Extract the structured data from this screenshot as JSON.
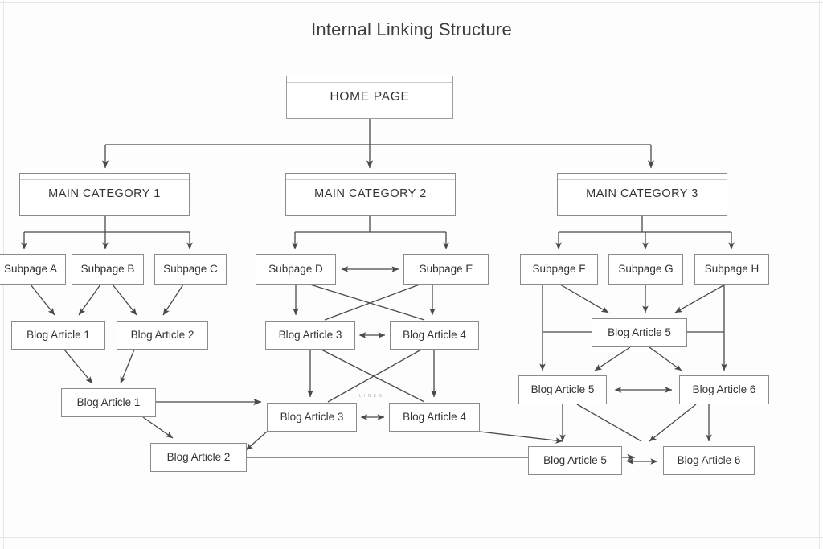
{
  "title": "Internal Linking Structure",
  "micro_label": "L I N K S",
  "colors": {
    "background": "#fdfdfd",
    "node_border": "#888c8f",
    "node_fill": "#ffffff",
    "edge": "#4a4a4a",
    "title_text": "#3d3d3d",
    "node_text": "#333333",
    "frame": "#e6e8ea"
  },
  "diagram": {
    "type": "tree-hierarchy",
    "levels": [
      {
        "name": "root",
        "nodes": [
          {
            "id": "home",
            "label": "HOME PAGE"
          }
        ]
      },
      {
        "name": "main-categories",
        "nodes": [
          {
            "id": "cat1",
            "label": "MAIN CATEGORY 1"
          },
          {
            "id": "cat2",
            "label": "MAIN CATEGORY 2"
          },
          {
            "id": "cat3",
            "label": "MAIN CATEGORY 3"
          }
        ]
      },
      {
        "name": "subpages",
        "nodes": [
          {
            "id": "subA",
            "label": "Subpage A"
          },
          {
            "id": "subB",
            "label": "Subpage B"
          },
          {
            "id": "subC",
            "label": "Subpage C"
          },
          {
            "id": "subD",
            "label": "Subpage D"
          },
          {
            "id": "subE",
            "label": "Subpage E"
          },
          {
            "id": "subF",
            "label": "Subpage F"
          },
          {
            "id": "subG",
            "label": "Subpage G"
          },
          {
            "id": "subH",
            "label": "Subpage H"
          }
        ]
      },
      {
        "name": "articles-row-1",
        "nodes": [
          {
            "id": "ba1",
            "label": "Blog Article 1"
          },
          {
            "id": "ba2",
            "label": "Blog Article 2"
          },
          {
            "id": "ba3",
            "label": "Blog Article 3"
          },
          {
            "id": "ba4",
            "label": "Blog Article 4"
          },
          {
            "id": "ba5a",
            "label": "Blog Article 5"
          }
        ]
      },
      {
        "name": "articles-row-2",
        "nodes": [
          {
            "id": "ba1b",
            "label": "Blog Article 1"
          },
          {
            "id": "ba3b",
            "label": "Blog Article 3"
          },
          {
            "id": "ba4b",
            "label": "Blog Article 4"
          },
          {
            "id": "ba5b",
            "label": "Blog Article 5"
          },
          {
            "id": "ba6b",
            "label": "Blog Article 6"
          }
        ]
      },
      {
        "name": "articles-row-3",
        "nodes": [
          {
            "id": "ba2c",
            "label": "Blog Article 2"
          },
          {
            "id": "ba5c",
            "label": "Blog Article 5"
          },
          {
            "id": "ba6c",
            "label": "Blog Article 6"
          }
        ]
      }
    ],
    "bidirectional_links": [
      {
        "from": "subD",
        "to": "subE"
      },
      {
        "from": "ba3",
        "to": "ba4"
      },
      {
        "from": "ba3b",
        "to": "ba4b"
      },
      {
        "from": "ba5b",
        "to": "ba6b"
      },
      {
        "from": "ba5c",
        "to": "ba6c"
      }
    ]
  }
}
